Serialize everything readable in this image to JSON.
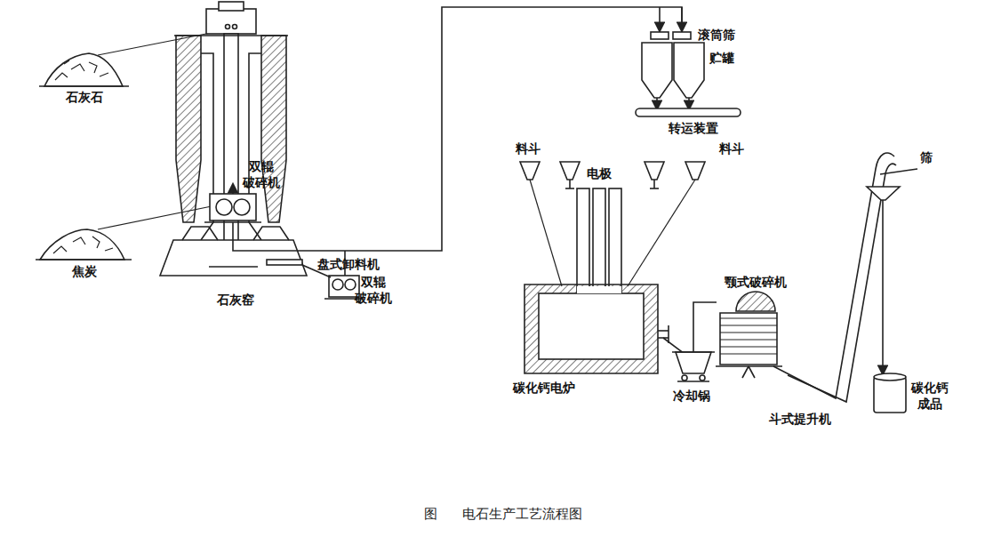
{
  "diagram": {
    "caption": "图 电石生产工艺流程图",
    "labels": [
      "石灰石",
      "石灰窑",
      "盘式卸料机",
      "双辊 破碎机",
      "双辊 破碎机",
      "焦炭",
      "滚筒筛",
      "贮罐",
      "转运装置",
      "料斗",
      "电极",
      "料斗",
      "碳化钙电炉",
      "颚式破碎机",
      "冷却锅",
      "斗式提升机",
      "筛",
      "碳化钙 成品"
    ]
  }
}
